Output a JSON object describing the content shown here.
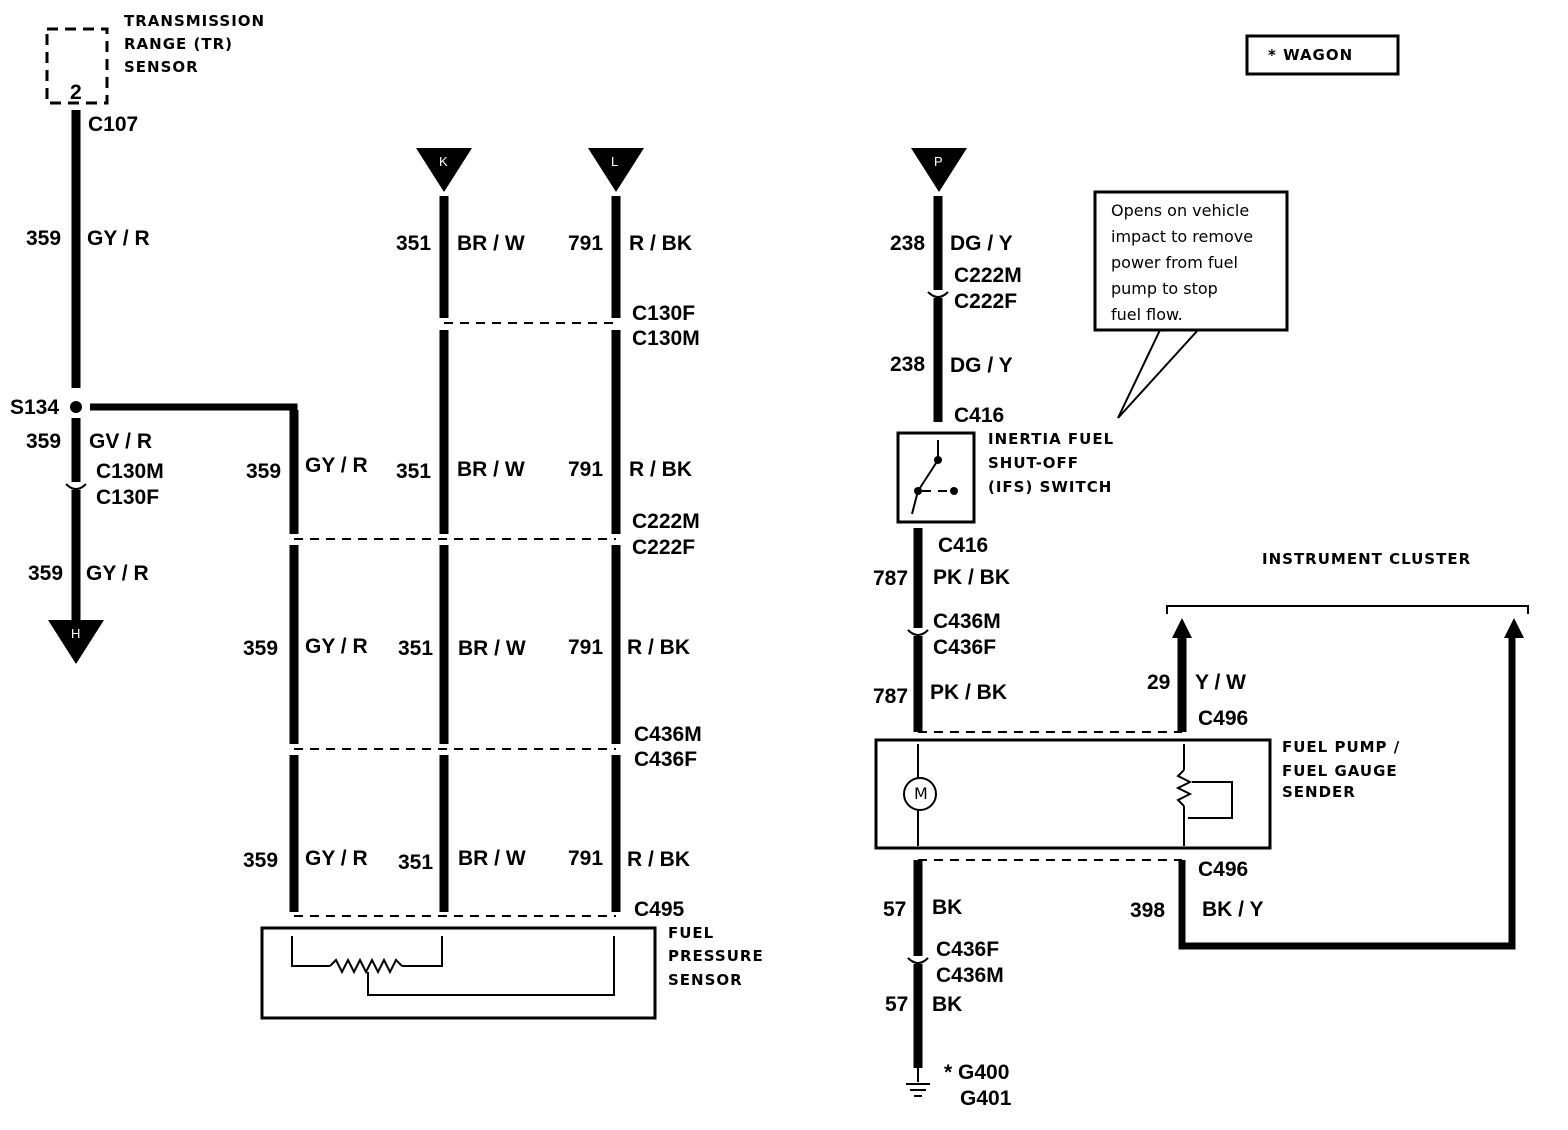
{
  "legend": {
    "wagon": "* WAGON"
  },
  "components": {
    "tr_sensor": [
      "TRANSMISSION",
      "RANGE (TR)",
      "SENSOR"
    ],
    "tr_sensor_pin": "2",
    "inertia_switch": [
      "INERTIA FUEL",
      "SHUT-OFF",
      "(IFS) SWITCH"
    ],
    "instrument_cluster": "INSTRUMENT CLUSTER",
    "fuel_pump_sender": [
      "FUEL PUMP /",
      "FUEL GAUGE",
      "SENDER"
    ],
    "fuel_pressure_sensor": [
      "FUEL",
      "PRESSURE",
      "SENSOR"
    ],
    "motor_symbol": "M"
  },
  "note": [
    "Opens on vehicle",
    "impact to remove",
    "power from fuel",
    "pump to stop",
    "fuel flow."
  ],
  "connectors_to": {
    "K": "K",
    "L": "L",
    "P": "P",
    "H": "H"
  },
  "connectors": {
    "c107": "C107",
    "c130m": "C130M",
    "c130f": "C130F",
    "c222m": "C222M",
    "c222f": "C222F",
    "c436m": "C436M",
    "c436f": "C436F",
    "c495": "C495",
    "c416": "C416",
    "c496": "C496",
    "s134": "S134",
    "g400": "* G400",
    "g401": "G401"
  },
  "wires": {
    "c359": "359",
    "gy_r": "GY / R",
    "gv_r": "GV / R",
    "c351": "351",
    "br_w": "BR / W",
    "c791": "791",
    "r_bk": "R / BK",
    "c238": "238",
    "dg_y": "DG / Y",
    "c787": "787",
    "pk_bk": "PK / BK",
    "c29": "29",
    "y_w": "Y / W",
    "c57": "57",
    "bk": "BK",
    "c398": "398",
    "bk_y": "BK / Y"
  }
}
